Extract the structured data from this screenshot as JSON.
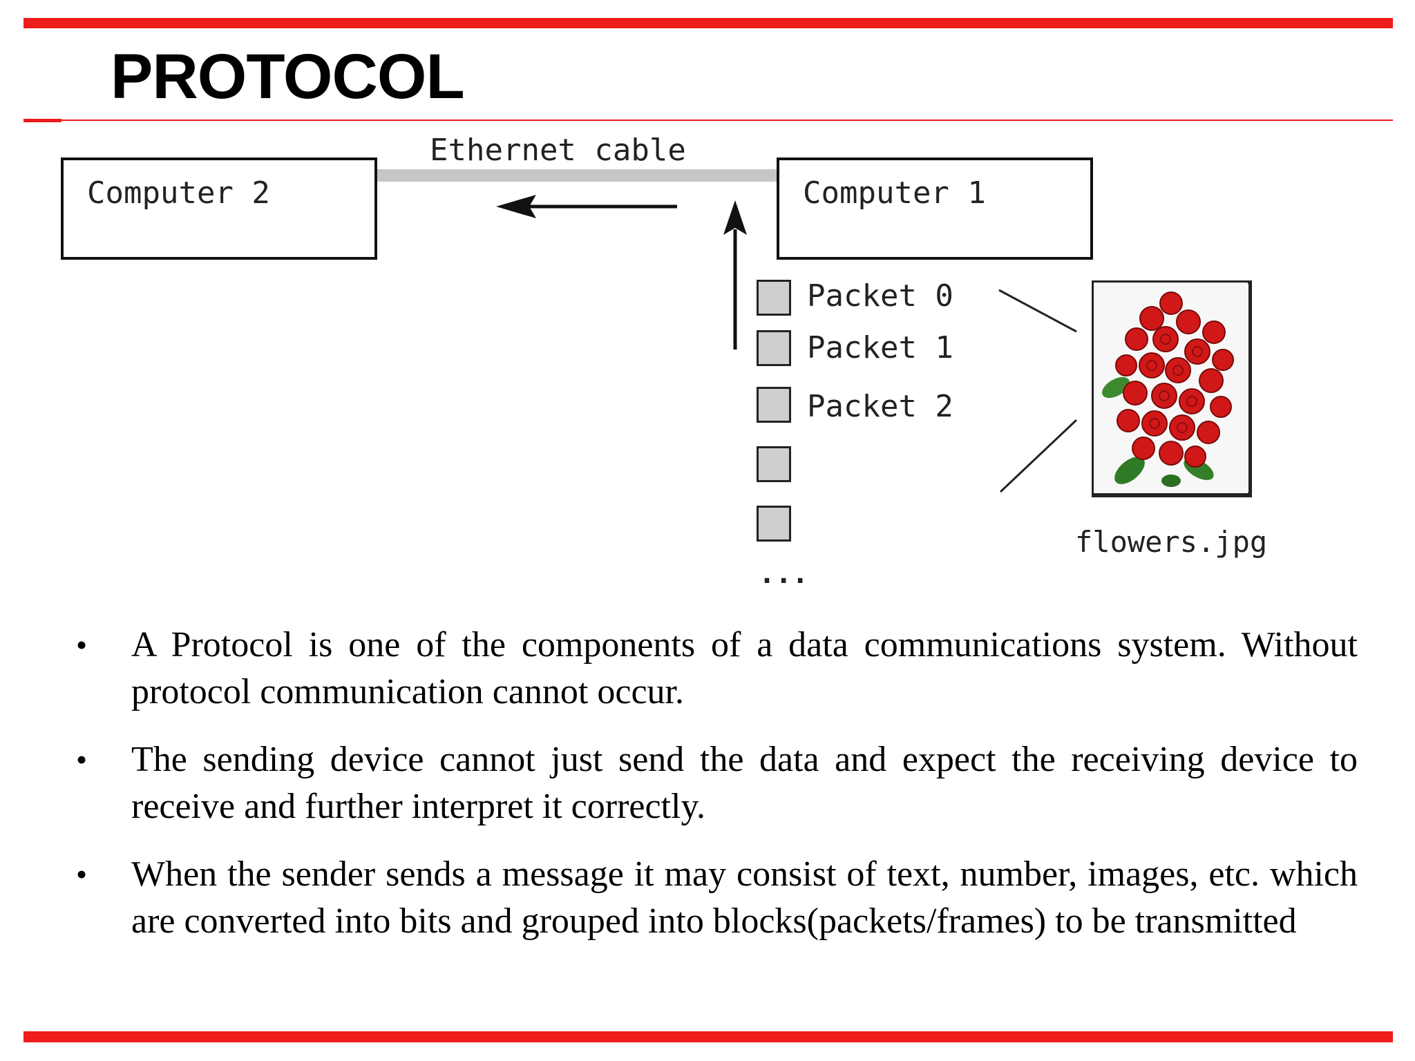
{
  "slide": {
    "title": "PROTOCOL",
    "accent_color": "#ee1c1c"
  },
  "diagram": {
    "cable_label": "Ethernet cable",
    "computer_left_label": "Computer 2",
    "computer_right_label": "Computer 1",
    "packets": [
      {
        "label": "Packet 0"
      },
      {
        "label": "Packet 1"
      },
      {
        "label": "Packet 2"
      },
      {
        "label": ""
      },
      {
        "label": ""
      }
    ],
    "ellipsis": "...",
    "file_label": "flowers.jpg",
    "file_icon": "flowers-image"
  },
  "bullets": [
    {
      "text": " A Protocol is one of the components of a data communications system. Without protocol communication cannot occur."
    },
    {
      "text": "The sending device cannot just send the data and expect the receiving device to receive and further interpret it correctly."
    },
    {
      "text": "When the sender sends a message it may consist of text, number, images, etc. which are converted into bits and grouped into blocks(packets/frames)  to be transmitted"
    }
  ]
}
